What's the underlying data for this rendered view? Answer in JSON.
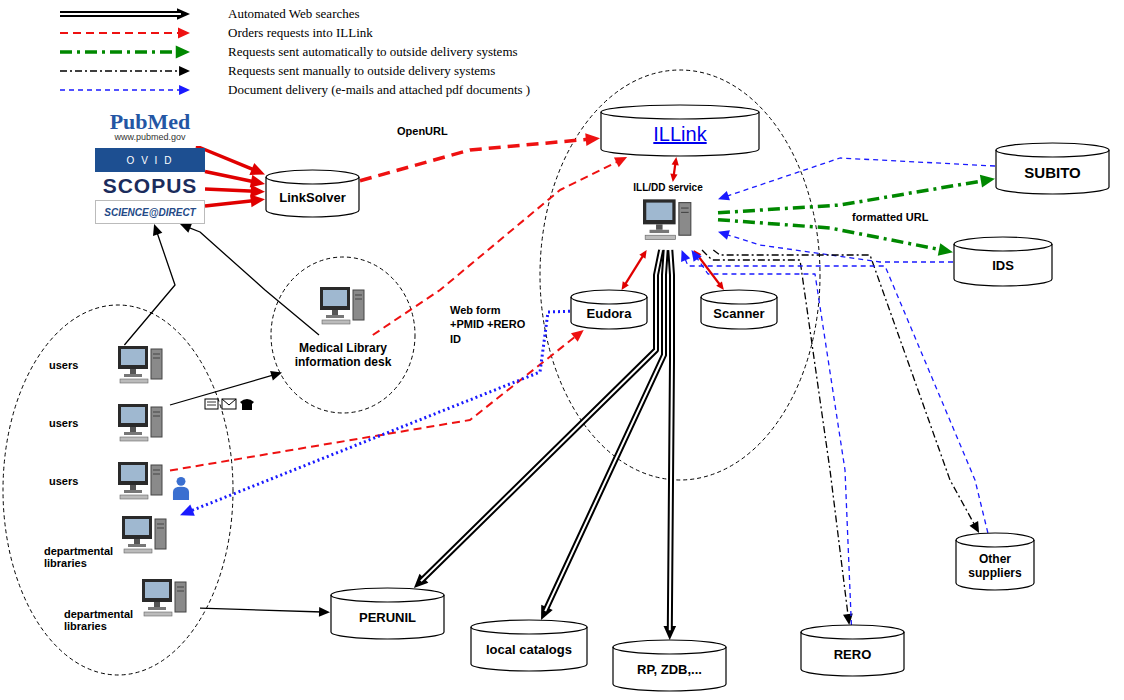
{
  "diagram": {
    "nodes": [
      {
        "text": [
          "PubMed",
          "www.pubmed.gov"
        ]
      },
      {
        "text": [
          "O V I D"
        ]
      },
      {
        "text": [
          "SCOPUS"
        ]
      },
      {
        "text": [
          "SCIENCE@DIRECT"
        ]
      },
      {
        "text": [
          "LinkSolver"
        ]
      },
      {
        "text": [
          "users"
        ]
      },
      {
        "text": [
          "users"
        ]
      },
      {
        "text": [
          "users"
        ]
      },
      {
        "text": [
          "departmental libraries"
        ]
      },
      {
        "text": [
          "departmental libraries"
        ]
      },
      {
        "text": [
          "Medical Library information desk"
        ]
      },
      {
        "text": [
          "ILLink"
        ]
      },
      {
        "text": [
          "ILL/DD service"
        ]
      },
      {
        "text": [
          "Eudora"
        ]
      },
      {
        "text": [
          "Scanner"
        ]
      },
      {
        "text": [
          "SUBITO"
        ]
      },
      {
        "text": [
          "IDS"
        ]
      },
      {
        "text": [
          "PERUNIL"
        ]
      },
      {
        "text": [
          "local catalogs"
        ]
      },
      {
        "text": [
          "RP, ZDB,..."
        ]
      },
      {
        "text": [
          "RERO"
        ]
      },
      {
        "text": [
          "Other suppliers"
        ]
      }
    ],
    "edges": [
      {
        "from": 0,
        "to": 4,
        "arrow": "to"
      },
      {
        "from": 1,
        "to": 4,
        "arrow": "to"
      },
      {
        "from": 2,
        "to": 4,
        "arrow": "to"
      },
      {
        "from": 3,
        "to": 4,
        "arrow": "to"
      },
      {
        "from": 4,
        "to": 11,
        "arrow": "to",
        "label": "OpenURL"
      },
      {
        "from": 5,
        "to": 3,
        "arrow": "to"
      },
      {
        "from": 10,
        "to": 3,
        "arrow": "to"
      },
      {
        "from": 6,
        "to": 10,
        "arrow": "to"
      },
      {
        "from": 10,
        "to": 11,
        "arrow": "to",
        "label": "Web form +PMID +RERO ID"
      },
      {
        "from": 11,
        "to": 12,
        "arrow": "both"
      },
      {
        "from": 12,
        "to": 13,
        "arrow": "both"
      },
      {
        "from": 12,
        "to": 14,
        "arrow": "both"
      },
      {
        "from": 7,
        "to": 13,
        "arrow": "to"
      },
      {
        "from": 13,
        "to": 8,
        "arrow": "to"
      },
      {
        "from": 12,
        "to": 15,
        "arrow": "to",
        "label": "formatted URL"
      },
      {
        "from": 12,
        "to": 16,
        "arrow": "to"
      },
      {
        "from": 15,
        "to": 12,
        "arrow": "to"
      },
      {
        "from": 16,
        "to": 12,
        "arrow": "to"
      },
      {
        "from": 12,
        "to": 17,
        "arrow": "to"
      },
      {
        "from": 12,
        "to": 18,
        "arrow": "to"
      },
      {
        "from": 12,
        "to": 19,
        "arrow": "to"
      },
      {
        "from": 12,
        "to": 20,
        "arrow": "to"
      },
      {
        "from": 20,
        "to": 12,
        "arrow": "to"
      },
      {
        "from": 12,
        "to": 21,
        "arrow": "to"
      },
      {
        "from": 21,
        "to": 12,
        "arrow": "to"
      },
      {
        "from": 9,
        "to": 17,
        "arrow": "to"
      }
    ],
    "legend": [
      {
        "text": "Automated Web searches"
      },
      {
        "text": "Orders requests into ILLink"
      },
      {
        "text": "Requests sent automatically to outside delivery systems"
      },
      {
        "text": "Requests sent manually to outside delivery systems"
      },
      {
        "text": "Document delivery (e-mails and attached pdf documents )"
      }
    ]
  }
}
